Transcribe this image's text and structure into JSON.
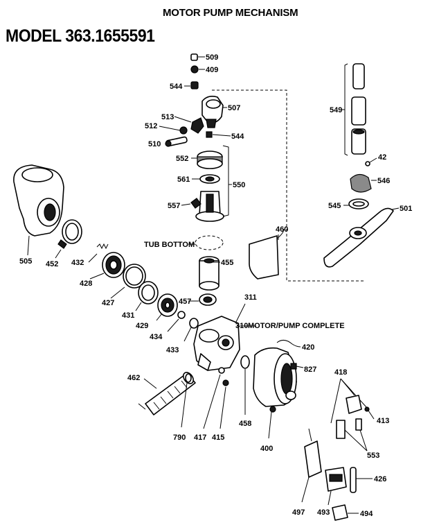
{
  "title": "MOTOR PUMP MECHANISM",
  "model": "MODEL 363.1655591",
  "sublabels": {
    "tub_bottom": "TUB BOTTOM",
    "motor_pump_complete": "MOTOR/PUMP COMPLETE"
  },
  "parts": [
    {
      "id": "p509",
      "num": "509"
    },
    {
      "id": "p409",
      "num": "409"
    },
    {
      "id": "p544a",
      "num": "544"
    },
    {
      "id": "p507",
      "num": "507"
    },
    {
      "id": "p513",
      "num": "513"
    },
    {
      "id": "p512",
      "num": "512"
    },
    {
      "id": "p544b",
      "num": "544"
    },
    {
      "id": "p510",
      "num": "510"
    },
    {
      "id": "p552",
      "num": "552"
    },
    {
      "id": "p561",
      "num": "561"
    },
    {
      "id": "p550",
      "num": "550"
    },
    {
      "id": "p557",
      "num": "557"
    },
    {
      "id": "p549",
      "num": "549"
    },
    {
      "id": "p42",
      "num": "42"
    },
    {
      "id": "p546",
      "num": "546"
    },
    {
      "id": "p545",
      "num": "545"
    },
    {
      "id": "p501",
      "num": "501"
    },
    {
      "id": "p460",
      "num": "460"
    },
    {
      "id": "p505",
      "num": "505"
    },
    {
      "id": "p452",
      "num": "452"
    },
    {
      "id": "p432",
      "num": "432"
    },
    {
      "id": "p428",
      "num": "428"
    },
    {
      "id": "p455",
      "num": "455"
    },
    {
      "id": "p427",
      "num": "427"
    },
    {
      "id": "p431",
      "num": "431"
    },
    {
      "id": "p429",
      "num": "429"
    },
    {
      "id": "p457",
      "num": "457"
    },
    {
      "id": "p311",
      "num": "311"
    },
    {
      "id": "p310",
      "num": "310"
    },
    {
      "id": "p434",
      "num": "434"
    },
    {
      "id": "p433",
      "num": "433"
    },
    {
      "id": "p420",
      "num": "420"
    },
    {
      "id": "p827",
      "num": "827"
    },
    {
      "id": "p462",
      "num": "462"
    },
    {
      "id": "p418",
      "num": "418"
    },
    {
      "id": "p413",
      "num": "413"
    },
    {
      "id": "p790",
      "num": "790"
    },
    {
      "id": "p417",
      "num": "417"
    },
    {
      "id": "p415",
      "num": "415"
    },
    {
      "id": "p458",
      "num": "458"
    },
    {
      "id": "p400",
      "num": "400"
    },
    {
      "id": "p553",
      "num": "553"
    },
    {
      "id": "p426",
      "num": "426"
    },
    {
      "id": "p497",
      "num": "497"
    },
    {
      "id": "p493",
      "num": "493"
    },
    {
      "id": "p494",
      "num": "494"
    }
  ]
}
